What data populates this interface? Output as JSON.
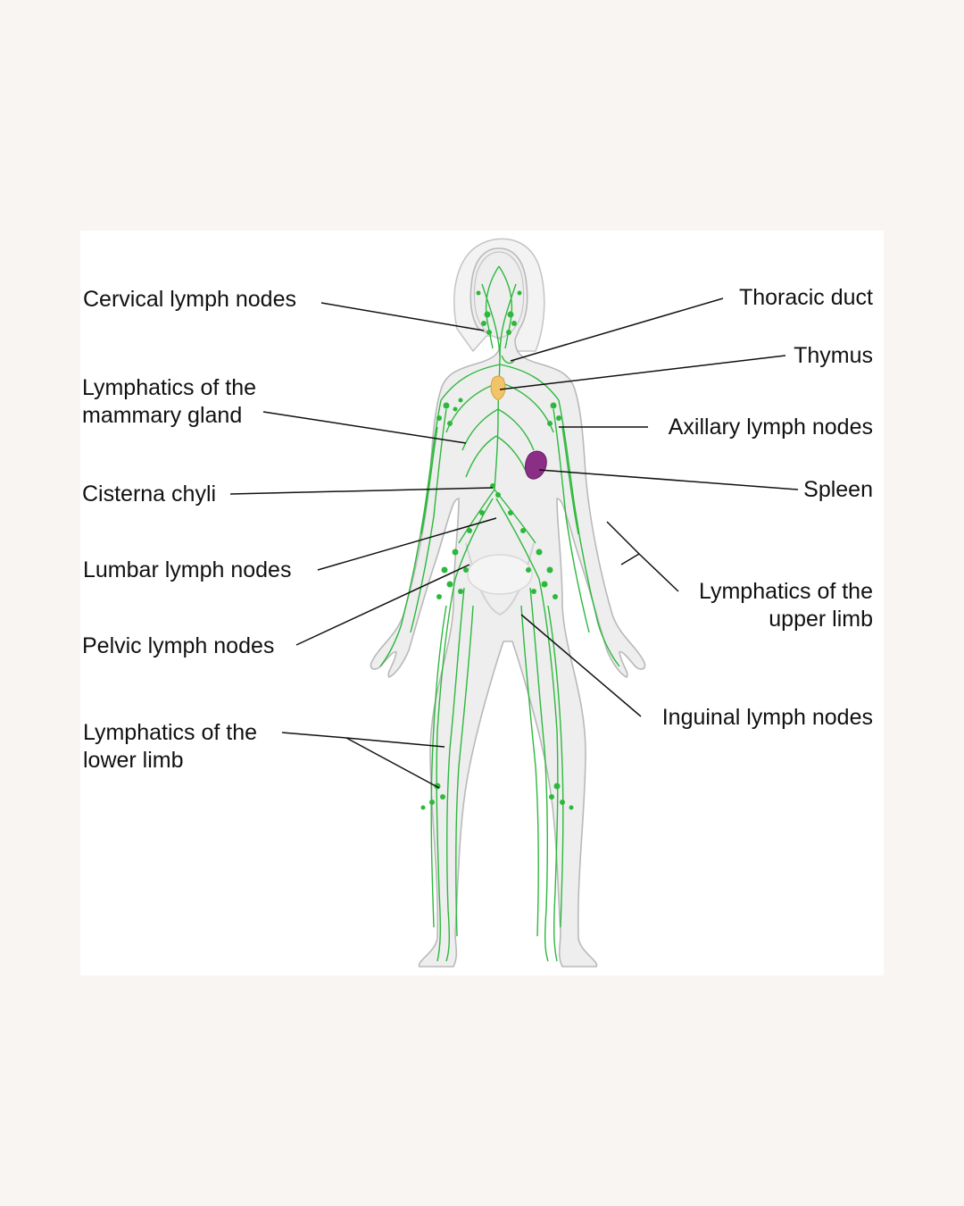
{
  "colors": {
    "background": "#f8f5f2",
    "card": "#ffffff",
    "body_fill": "#eeeeee",
    "body_outline": "#b9b9b9",
    "lymph": "#2db83d",
    "thymus": "#f2c46a",
    "spleen": "#8b2f86",
    "leader": "#111111"
  },
  "labels": {
    "cervical": "Cervical lymph nodes",
    "mammary": [
      "Lymphatics of the",
      "mammary gland"
    ],
    "cisterna": "Cisterna chyli",
    "lumbar": "Lumbar lymph nodes",
    "pelvic": "Pelvic lymph nodes",
    "lower_limb": [
      "Lymphatics of the",
      "lower limb"
    ],
    "thoracic": "Thoracic duct",
    "thymus": "Thymus",
    "axillary": "Axillary lymph nodes",
    "spleen": "Spleen",
    "upper_limb": [
      "Lymphatics of the",
      "upper limb"
    ],
    "inguinal": "Inguinal lymph nodes"
  }
}
